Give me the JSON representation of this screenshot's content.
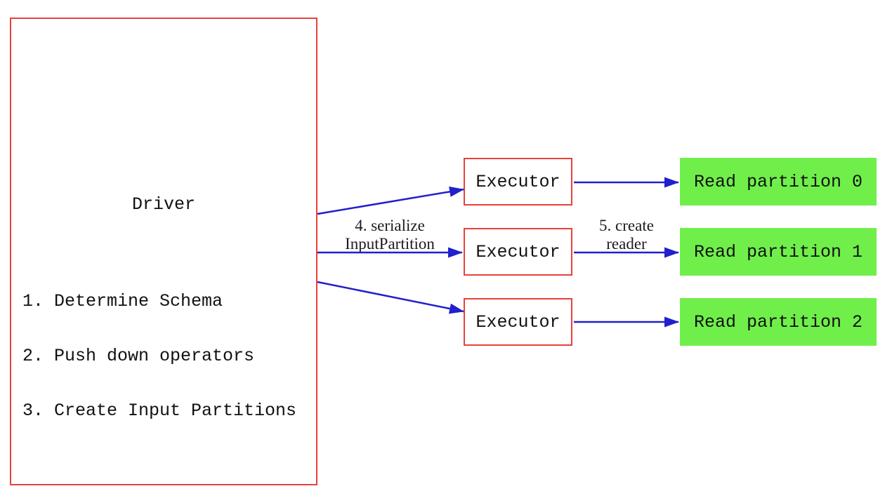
{
  "diagram": {
    "driver": {
      "title": "Driver",
      "steps": [
        "1. Determine Schema",
        "2. Push down operators",
        "3. Create Input Partitions"
      ]
    },
    "executors": [
      {
        "label": "Executor"
      },
      {
        "label": "Executor"
      },
      {
        "label": "Executor"
      }
    ],
    "partitions": [
      {
        "label": "Read partition 0"
      },
      {
        "label": "Read partition 1"
      },
      {
        "label": "Read partition 2"
      }
    ],
    "edge_labels": {
      "serialize": {
        "line1": "4. serialize",
        "line2": "InputPartition"
      },
      "create_reader": {
        "line1": "5. create",
        "line2": "reader"
      }
    },
    "colors": {
      "box_border_red": "#e8413c",
      "arrow_blue": "#2020cd",
      "partition_green": "#70ef4b",
      "text_black": "#111111",
      "background": "#ffffff"
    }
  }
}
